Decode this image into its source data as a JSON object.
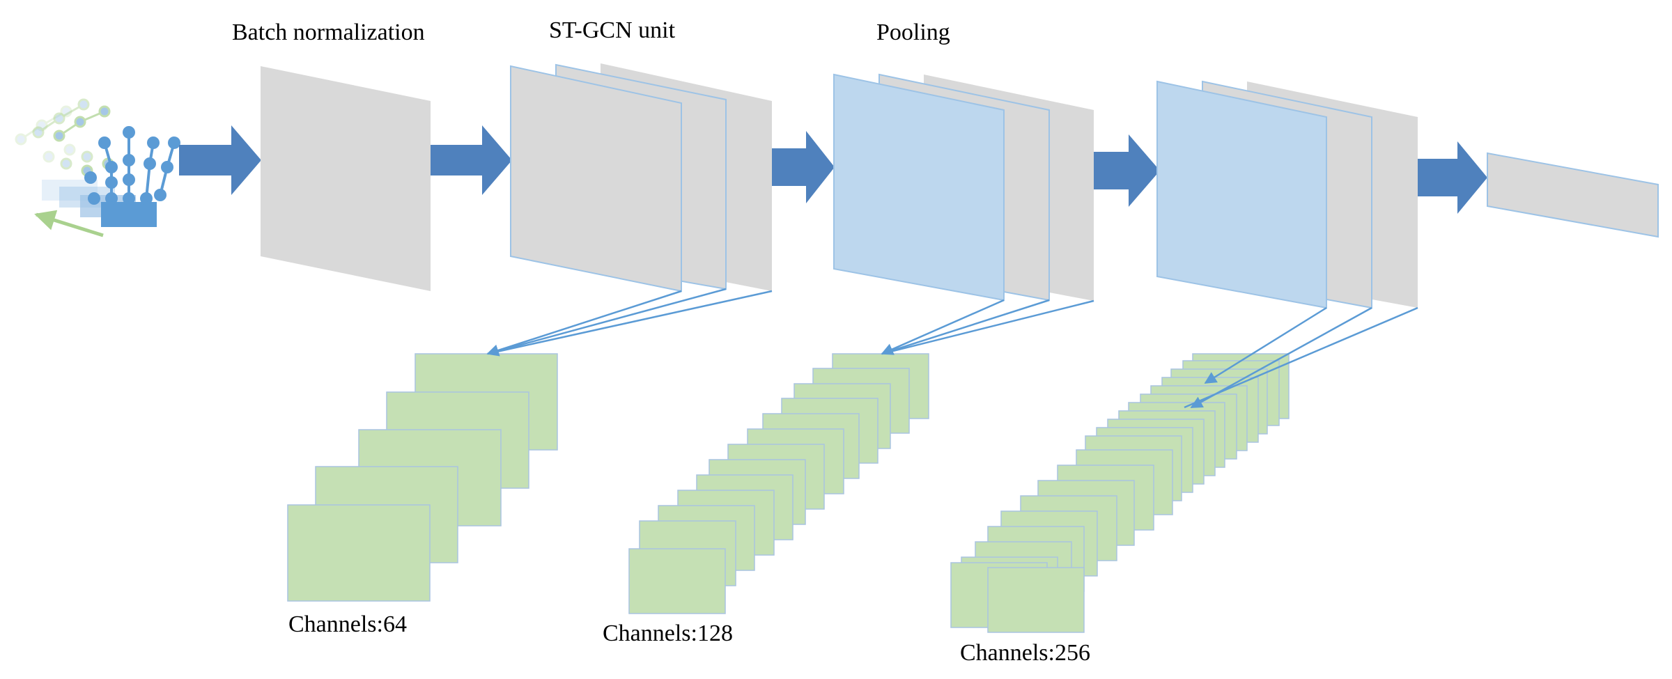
{
  "labels": {
    "batch_norm": "Batch normalization",
    "stgcn": "ST-GCN unit",
    "pooling": "Pooling",
    "channels_64": "Channels:64",
    "channels_128": "Channels:128",
    "channels_256": "Channels:256"
  },
  "colors": {
    "panel_gray": "#d9d9d9",
    "panel_blue": "#bdd7ee",
    "panel_edge": "#9dc3e6",
    "channel_green": "#c5e0b4",
    "flow_arrow": "#4f81bd",
    "connector": "#5b9bd5",
    "motion_arrow": "#a9d18e"
  }
}
